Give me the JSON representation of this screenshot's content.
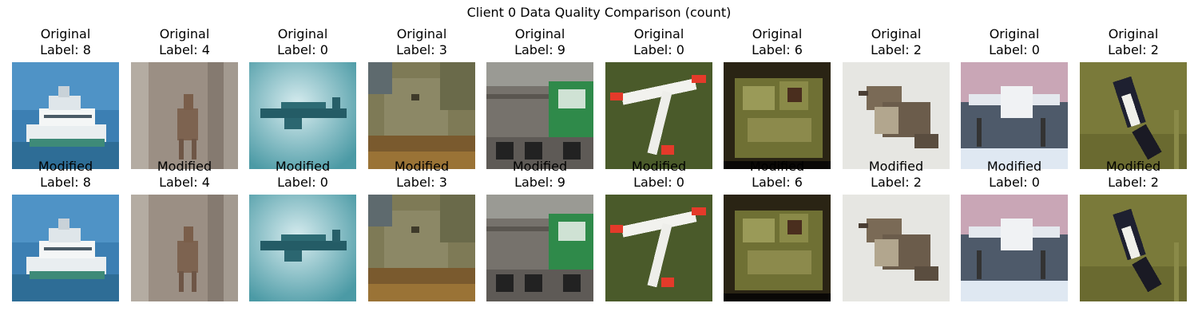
{
  "figure": {
    "title": "Client 0 Data Quality Comparison (count)",
    "rows": [
      {
        "row_label": "Original",
        "labels": [
          "Label: 8",
          "Label: 4",
          "Label: 0",
          "Label: 3",
          "Label: 9",
          "Label: 0",
          "Label: 6",
          "Label: 2",
          "Label: 0",
          "Label: 2"
        ]
      },
      {
        "row_label": "Modified",
        "labels": [
          "Label: 8",
          "Label: 4",
          "Label: 0",
          "Label: 3",
          "Label: 9",
          "Label: 0",
          "Label: 6",
          "Label: 2",
          "Label: 0",
          "Label: 2"
        ]
      }
    ],
    "thumbnails": [
      "ship",
      "deer",
      "airplane",
      "cat",
      "truck",
      "airplane",
      "frog",
      "bird",
      "airplane",
      "bird"
    ]
  }
}
